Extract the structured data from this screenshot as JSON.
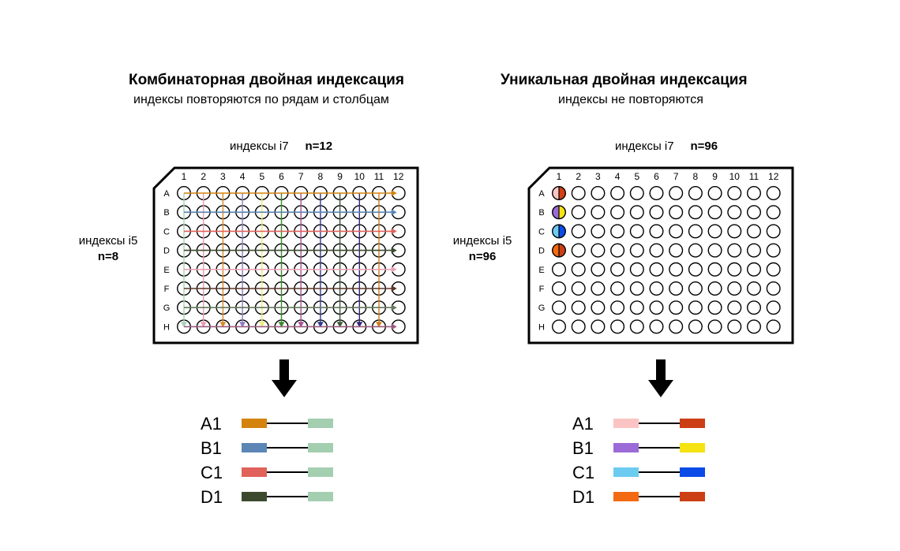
{
  "left": {
    "title": "Комбинаторная двойная индексация",
    "subtitle": "индексы повторяются по рядам и столбцам",
    "i7_label": "индексы i7",
    "i7_n": "n=12",
    "i5_label": "индексы i5",
    "i5_n": "n=8",
    "row_colors": [
      "#d4830f",
      "#5b86b5",
      "#e0625a",
      "#3b4a2e",
      "#e9a3b4",
      "#5c3528",
      "#657a5c",
      "#9a5b7e"
    ],
    "column_colors": [
      "#a7d2b7",
      "#ea9bb4",
      "#d98a26",
      "#8e7cc4",
      "#eeea7a",
      "#3b8a2d",
      "#a3559a",
      "#2d3d94",
      "#3a5d33",
      "#322a78",
      "#cc7f1a",
      "#666666"
    ],
    "pairs": [
      {
        "well": "A1",
        "i7_color": "#d4830f",
        "i5_color": "#a3cfb0"
      },
      {
        "well": "B1",
        "i7_color": "#5b86b5",
        "i5_color": "#a3cfb0"
      },
      {
        "well": "C1",
        "i7_color": "#e0625a",
        "i5_color": "#a3cfb0"
      },
      {
        "well": "D1",
        "i7_color": "#3b4a2e",
        "i5_color": "#a3cfb0"
      }
    ]
  },
  "right": {
    "title": "Уникальная двойная индексация",
    "subtitle": "индексы не повторяются",
    "i7_label": "индексы i7",
    "i7_n": "n=96",
    "i5_label": "индексы i5",
    "i5_n": "n=96",
    "colored_wells": [
      {
        "row": "A",
        "left": "#fac4c4",
        "right": "#d13f13"
      },
      {
        "row": "B",
        "left": "#9b6bd8",
        "right": "#f5e312"
      },
      {
        "row": "C",
        "left": "#6cccf0",
        "right": "#0a4be8"
      },
      {
        "row": "D",
        "left": "#f36a12",
        "right": "#cc3e14"
      }
    ],
    "pairs": [
      {
        "well": "A1",
        "i7_color": "#fac4c4",
        "i5_color": "#cc3e14"
      },
      {
        "well": "B1",
        "i7_color": "#9b6bd8",
        "i5_color": "#f5e312"
      },
      {
        "well": "C1",
        "i7_color": "#6cccf0",
        "i5_color": "#0a4be8"
      },
      {
        "well": "D1",
        "i7_color": "#f36a12",
        "i5_color": "#cc3e14"
      }
    ]
  },
  "plate": {
    "columns": [
      "1",
      "2",
      "3",
      "4",
      "5",
      "6",
      "7",
      "8",
      "9",
      "10",
      "11",
      "12"
    ],
    "rows": [
      "A",
      "B",
      "C",
      "D",
      "E",
      "F",
      "G",
      "H"
    ]
  }
}
